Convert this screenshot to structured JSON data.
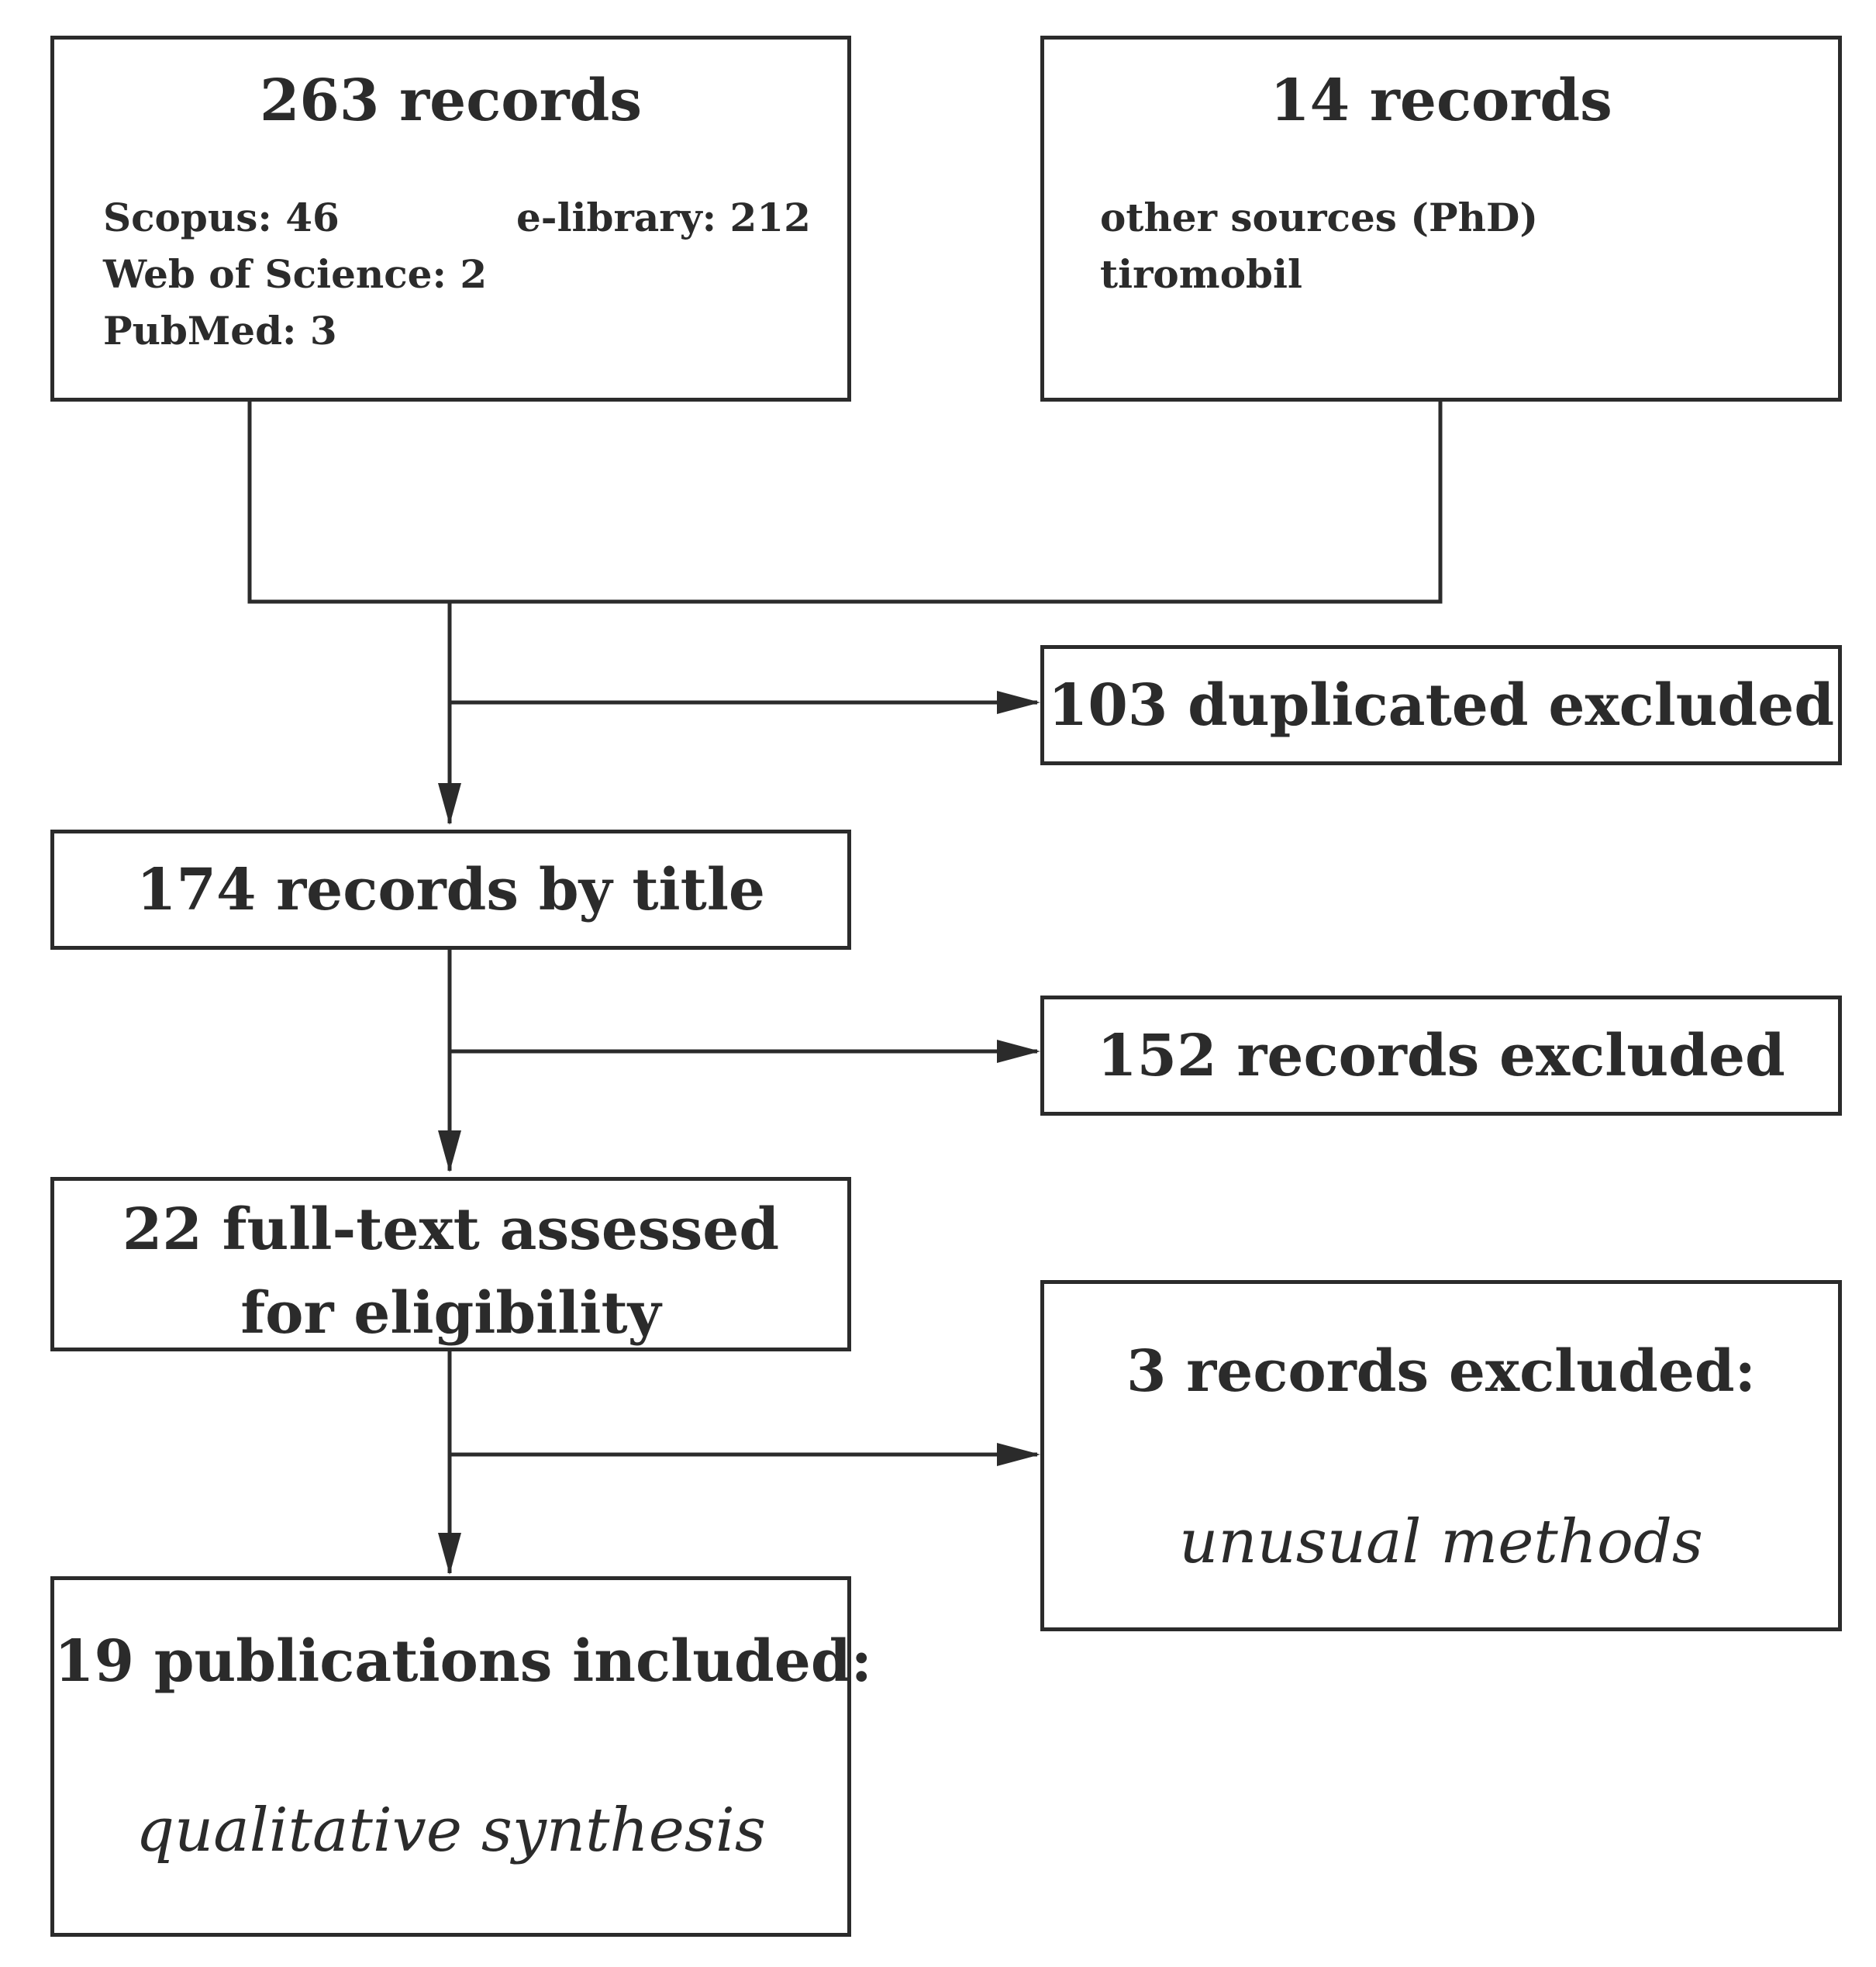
{
  "boxes": {
    "db_records": {
      "title": "263 records",
      "scopus": "Scopus: 46",
      "wos": "Web of Science: 2",
      "pubmed": "PubMed: 3",
      "elibrary": "e-library: 212"
    },
    "other_records": {
      "title": "14 records",
      "line1": "other sources (PhD)",
      "line2": "tiromobil"
    },
    "duplicates": {
      "title": "103 duplicated excluded"
    },
    "by_title": {
      "title": "174 records by title"
    },
    "title_excluded": {
      "title": "152 records excluded"
    },
    "full_text": {
      "line1": "22 full-text assessed",
      "line2": "for eligibility"
    },
    "full_text_excluded": {
      "title": "3 records excluded:",
      "reason": "unusual methods"
    },
    "included": {
      "title": "19 publications included:",
      "note": "qualitative synthesis"
    }
  },
  "colors": {
    "stroke": "#2b2b2b",
    "text": "#2b2b2b",
    "background": "#ffffff"
  }
}
